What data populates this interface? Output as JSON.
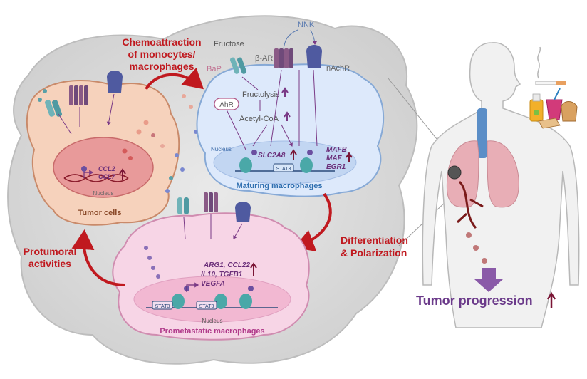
{
  "tumor": {
    "title": "Tumor cells",
    "nucleus": "Nucleus",
    "genes": [
      "CCL2",
      "CCL7"
    ]
  },
  "chemo": {
    "line1": "Chemoattraction",
    "line2": "of monocytes/",
    "line3": "macrophages"
  },
  "maturing": {
    "title": "Maturing macrophages",
    "nucleus": "Nucleus",
    "fructose": "Fructose",
    "bap": "BaP",
    "nnk": "NNK",
    "beta_ar": "β-AR",
    "nachr": "nAchR",
    "ahr": "AhR",
    "fructolysis": "Fructolysis",
    "acetylcoa": "Acetyl-CoA",
    "gene1": "SLC2A8",
    "genes2": [
      "MAFB",
      "MAF",
      "EGR1"
    ],
    "stat": "STAT3"
  },
  "diff": {
    "line1": "Differentiation",
    "line2": "& Polarization"
  },
  "proto": {
    "line1": "Protumoral",
    "line2": "activities"
  },
  "prometa": {
    "title": "Prometastatic macrophages",
    "nucleus": "Nucleus",
    "genes": [
      "ARG1, CCL22",
      "IL10, TGFB1",
      "VEGFA"
    ],
    "stat": "STAT3"
  },
  "progression": "Tumor progression",
  "colors": {
    "red": "#c0191f",
    "purple": "#6b2f7a",
    "blue_cell": "#dde9fb",
    "pink_cell": "#f7d5e6",
    "tumor_cell": "#f6d2bc"
  }
}
